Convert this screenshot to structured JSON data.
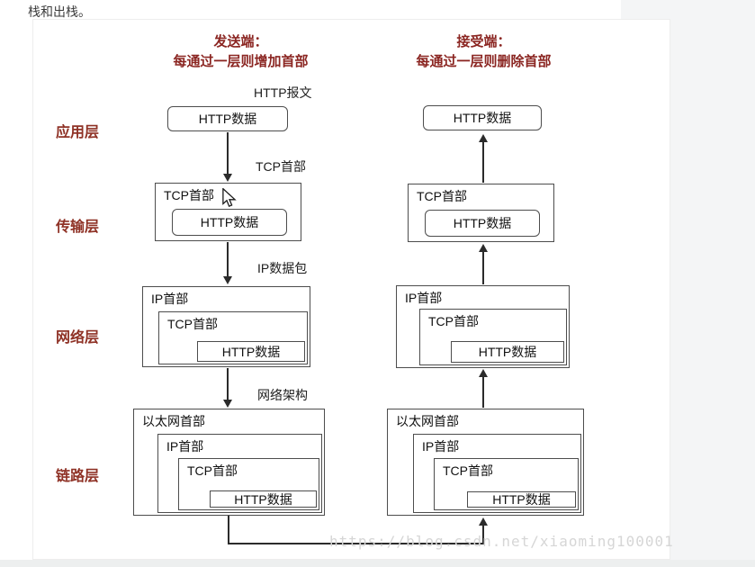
{
  "page": {
    "intro_text": "栈和出栈。",
    "watermark": "https://blog.csdn.net/xiaoming100001"
  },
  "columns": {
    "sender": {
      "title": "发送端：",
      "subtitle": "每通过一层则增加首部"
    },
    "receiver": {
      "title": "接受端：",
      "subtitle": "每通过一层则删除首部"
    }
  },
  "layers": [
    "应用层",
    "传输层",
    "网络层",
    "链路层"
  ],
  "annotations": {
    "http_message": "HTTP报文",
    "tcp_header": "TCP首部",
    "ip_packet": "IP数据包",
    "network_frame": "网络架构"
  },
  "box_labels": {
    "http_data": "HTTP数据",
    "tcp_header": "TCP首部",
    "ip_header": "IP首部",
    "ethernet_header": "以太网首部"
  },
  "colors": {
    "accent": "#8b2622",
    "box_border": "#4d4d4d",
    "arrow": "#2b2b2b",
    "watermark": "#d6d6d6",
    "page_gray": "#f4f5f6"
  }
}
